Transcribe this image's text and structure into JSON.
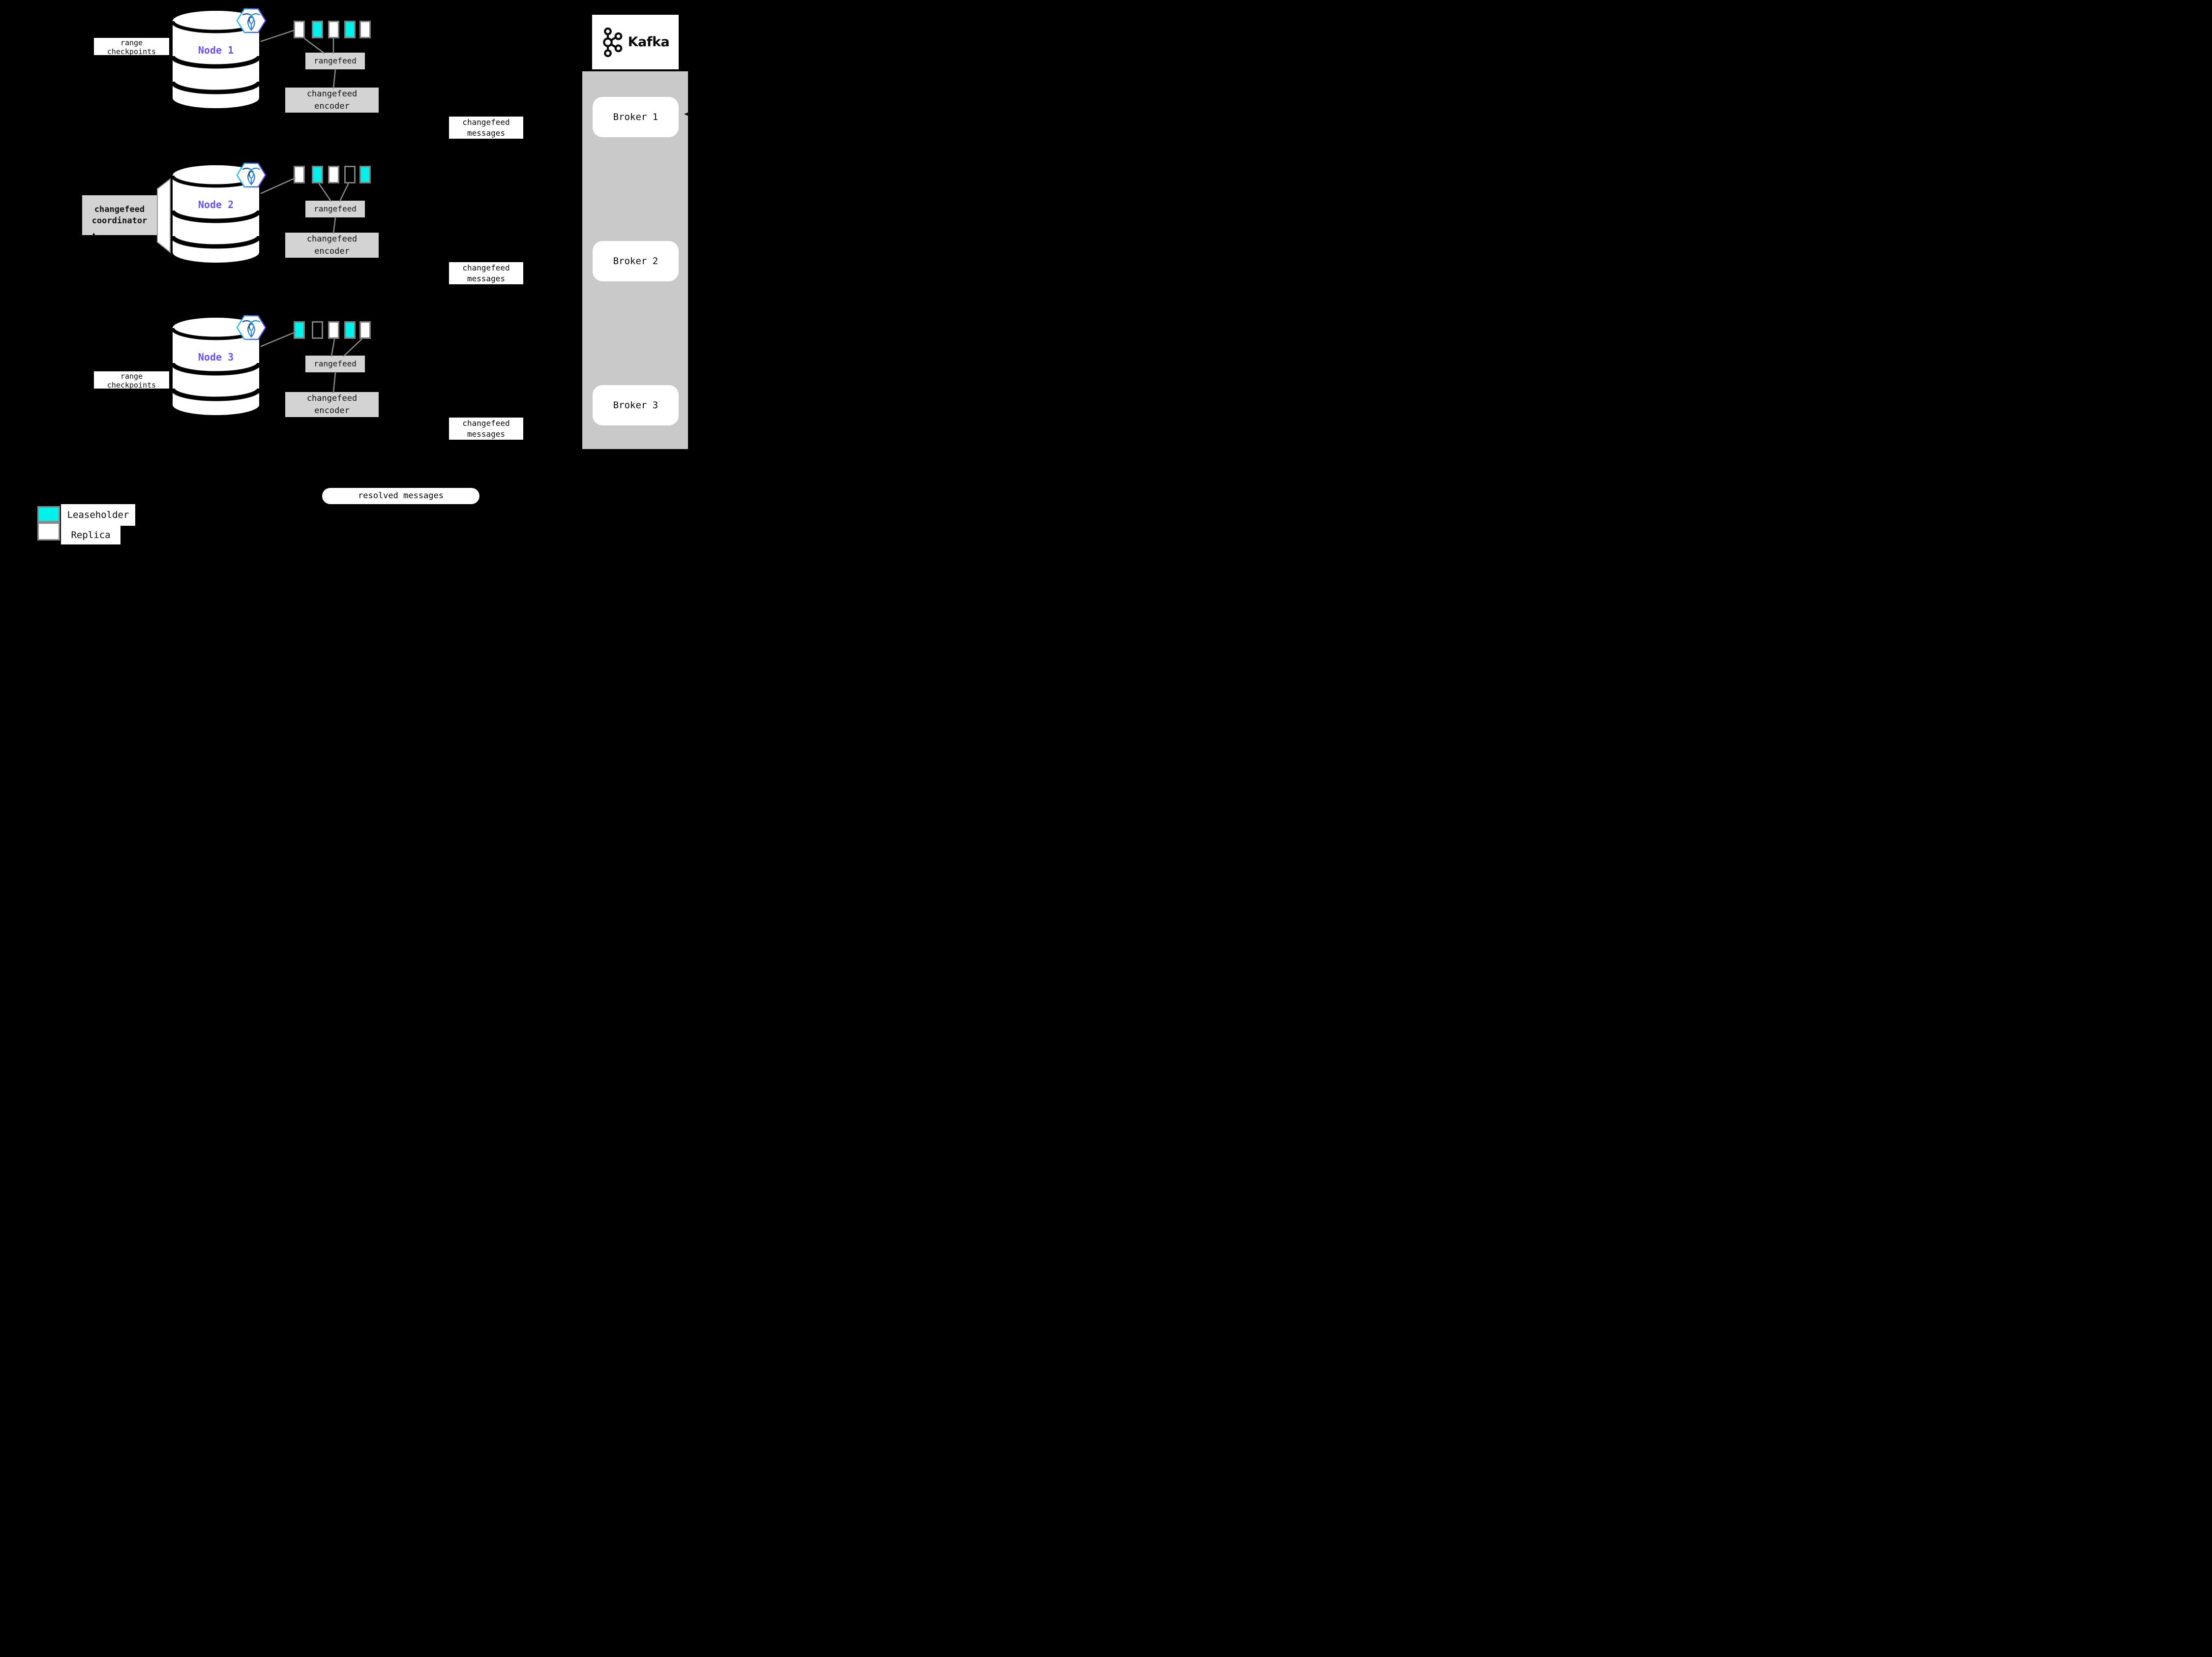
{
  "diagram": {
    "colors": {
      "bg": "#000000",
      "cyan": "#00f2ea",
      "purple": "#6b52e8",
      "boxgray": "#d3d3d3",
      "containergray": "#c9c9c9",
      "linegray": "#8a8a8a",
      "bordergray": "#7d7d7d"
    },
    "icons": {
      "node_badge": "cockroachdb-icon",
      "kafka": "kafka-logo-icon",
      "node_shape": "database-cylinder"
    },
    "labels": {
      "range_checkpoints": "range\ncheckpoints",
      "rangefeed": "rangefeed",
      "changefeed_encoder": "changefeed\nencoder",
      "changefeed_messages": "changefeed\nmessages",
      "changefeed_coordinator": "changefeed\ncoordinator",
      "resolved_messages": "resolved messages"
    },
    "nodes": [
      {
        "label": "Node 1",
        "ranges": [
          "replica",
          "leaseholder",
          "replica",
          "leaseholder",
          "replica"
        ]
      },
      {
        "label": "Node 2",
        "ranges": [
          "replica",
          "leaseholder",
          "replica",
          "empty",
          "leaseholder"
        ]
      },
      {
        "label": "Node 3",
        "ranges": [
          "leaseholder",
          "empty",
          "replica",
          "leaseholder",
          "replica"
        ]
      }
    ],
    "kafka": {
      "title": "Kafka",
      "brokers": [
        {
          "label": "Broker 1"
        },
        {
          "label": "Broker 2"
        },
        {
          "label": "Broker 3"
        }
      ]
    },
    "legend": {
      "items": [
        {
          "name": "Leaseholder",
          "type": "leaseholder"
        },
        {
          "name": "Replica",
          "type": "replica"
        }
      ]
    }
  }
}
